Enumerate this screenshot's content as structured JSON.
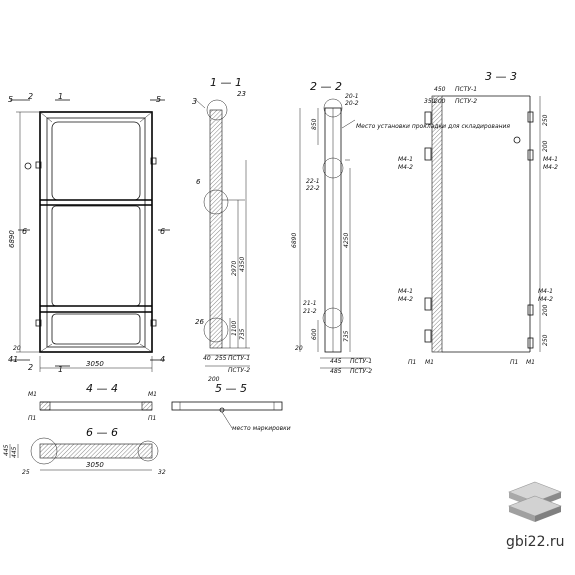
{
  "sections": {
    "s11": "1 — 1",
    "s22": "2 — 2",
    "s33": "3 — 3",
    "s44": "4 — 4",
    "s55": "5 — 5",
    "s66": "6 — 6"
  },
  "markers": {
    "m5": "5",
    "m2": "2",
    "m1": "1",
    "m5r": "5",
    "m3": "3",
    "m4": "4",
    "m1b": "1",
    "m6": "6",
    "m6r": "6",
    "m41": "41",
    "m2b": "2",
    "m4b": "4",
    "m23": "23",
    "m6s": "6",
    "m26": "26"
  },
  "dims": {
    "main_height": "6890",
    "main_width": "3050",
    "d20": "20",
    "d2970": "2970",
    "d4350": "4350",
    "d1100": "1100",
    "d735": "735",
    "d40": "40",
    "d255": "255",
    "d200": "200",
    "pstu1": "ПСТУ-1",
    "pstu2": "ПСТУ-2",
    "d850": "850",
    "d4250": "4250",
    "d22_1": "22-1",
    "d22_2": "22-2",
    "d21_1": "21-1",
    "d21_2": "21-2",
    "d20_1": "20-1",
    "d20_2": "20-2",
    "d6890b": "6890",
    "d20b": "20",
    "d600": "600",
    "d735b": "735",
    "d445": "445",
    "d485": "485",
    "d450": "450",
    "d350": "350",
    "d200b": "200",
    "d250": "250",
    "d200c": "200",
    "m41a": "M4-1",
    "m42a": "M4-2",
    "m41b": "M4-1",
    "m42b": "M4-2",
    "m41c": "M4-1",
    "m42c": "M4-2",
    "m41d": "M4-1",
    "m42d": "M4-2",
    "d250b": "250",
    "d200d": "200",
    "p1": "П1",
    "m1": "M1",
    "p1b": "П1",
    "m1b": "M1",
    "d3050b": "3050",
    "d445b": "445",
    "d445c": "445",
    "d25": "25",
    "d32": "32",
    "p1c": "П1",
    "m1c": "M1",
    "p1d": "П1",
    "m1d": "M1"
  },
  "notes": {
    "storage": "Место установки прокладки для складирования",
    "marking": "место маркировки"
  },
  "site": "gbi22.ru"
}
